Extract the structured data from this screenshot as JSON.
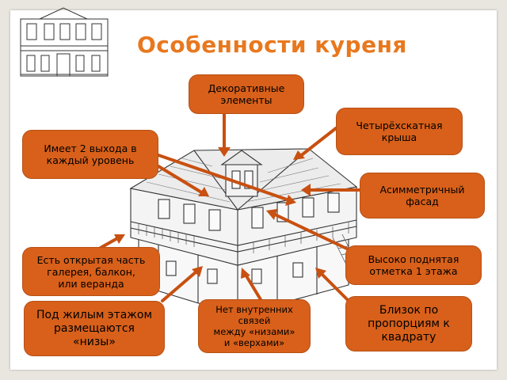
{
  "title": "Особенности куреня",
  "icons": {
    "thumbnail": "house-facade-sketch-icon",
    "drawing": "kuren-house-drawing"
  },
  "colors": {
    "callout": "#d8601a",
    "title": "#e8781e",
    "arrow": "#c85010"
  },
  "callouts": {
    "decor": "Декоративные\nэлементы",
    "roof": "Четырёхскатная\n  крыша",
    "exits": "Имеет 2 выхода в\nкаждый уровень",
    "facade": "Асимметричный\nфасад",
    "gallery": "Есть открытая часть\n  галерея, балкон,\n   или веранда",
    "raised": "Высоко поднятая\n   отметка 1 этажа",
    "lower": "Под жилым этажом\nразмещаются\n«низы»",
    "nolinks": "Нет внутренних\nсвязей\nмежду «низами»\n  и «верхами»",
    "square": "Близок по\nпропорциям к\nквадрату"
  }
}
